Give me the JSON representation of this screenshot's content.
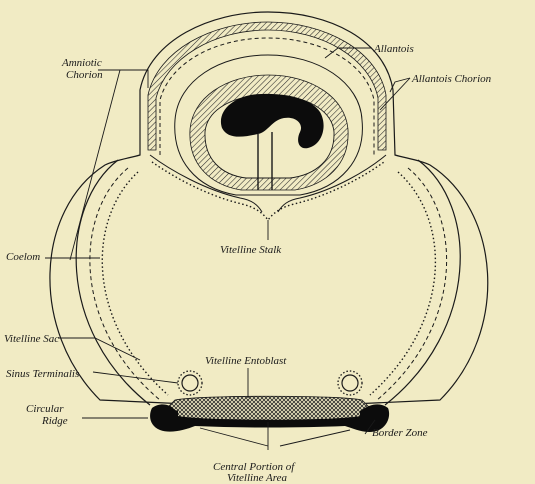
{
  "labels": {
    "amniotic_chorion_line1": "Amniotic",
    "amniotic_chorion_line2": "Chorion",
    "allantois": "Allantois",
    "allantois_chorion": "Allantois Chorion",
    "coelom": "Coelom",
    "vitelline_stalk": "Vitelline Stalk",
    "vitelline_sac": "Vitelline Sac",
    "vitelline_entoblast": "Vitelline Entoblast",
    "sinus_terminalis": "Sinus Terminalis",
    "circular_ridge_line1": "Circular",
    "circular_ridge_line2": "Ridge",
    "border_zone": "Border Zone",
    "central_portion_line1": "Central Portion of",
    "central_portion_line2": "Vitelline Area"
  },
  "colors": {
    "background": "#f1ebc4",
    "ink": "#1a1a1a"
  }
}
